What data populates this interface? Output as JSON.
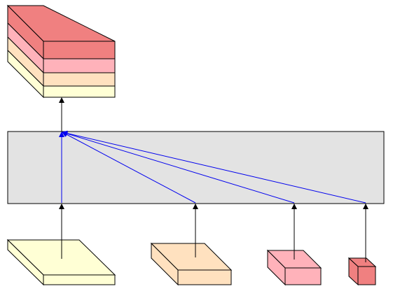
{
  "diagram": {
    "title": "",
    "colors": {
      "level_1": "#ffffd5",
      "level_2": "#ffe1bf",
      "level_3": "#ffb2ba",
      "level_4": "#f08080",
      "panel_fill": "#e3e3e3",
      "panel_stroke": "#000000",
      "input_arrow": "#000000",
      "fusion_arrow": "#0000ee",
      "output_arrow": "#000000"
    },
    "nodes": {
      "output_stack": {
        "label": "",
        "layers": [
          "level_4",
          "level_3",
          "level_2",
          "level_1"
        ]
      },
      "fusion_panel": {
        "label": ""
      },
      "inputs": [
        {
          "label": "",
          "color": "level_1"
        },
        {
          "label": "",
          "color": "level_2"
        },
        {
          "label": "",
          "color": "level_3"
        },
        {
          "label": "",
          "color": "level_4"
        }
      ]
    }
  }
}
